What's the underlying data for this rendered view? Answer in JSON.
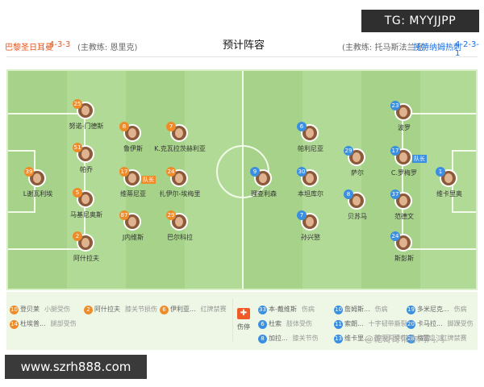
{
  "overlay": {
    "tg": "TG: MYYJJPP",
    "url": "www.szrh888.com",
    "weibo": "@乾哥哥带你鸿鸿鸿"
  },
  "header": {
    "home_name": "巴黎圣日耳曼",
    "home_form": "4-3-3",
    "home_coach": "(主教练: 恩里克)",
    "title": "预计阵容",
    "away_coach": "(主教练: 托马斯法兰克)",
    "away_name": "托特纳姆热刺",
    "away_form": "4-2-3-1"
  },
  "home_players": [
    {
      "num": "39",
      "name": "L谢瓦利埃"
    },
    {
      "num": "25",
      "name": "努诺-门德斯"
    },
    {
      "num": "51",
      "name": "帕乔"
    },
    {
      "num": "5",
      "name": "马基尼奥斯"
    },
    {
      "num": "2",
      "name": "阿什拉夫"
    },
    {
      "num": "8",
      "name": "鲁伊斯"
    },
    {
      "num": "17",
      "name": "维蒂尼亚",
      "cap": "队长"
    },
    {
      "num": "87",
      "name": "J内维斯"
    },
    {
      "num": "7",
      "name": "K.克瓦拉茨赫利亚"
    },
    {
      "num": "24",
      "name": "扎伊尔-埃梅里"
    },
    {
      "num": "29",
      "name": "巴尔科拉"
    }
  ],
  "away_players": [
    {
      "num": "1",
      "name": "维卡里奥"
    },
    {
      "num": "23",
      "name": "波罗"
    },
    {
      "num": "17",
      "name": "C.罗梅罗",
      "cap": "队长"
    },
    {
      "num": "37",
      "name": "范德文"
    },
    {
      "num": "24",
      "name": "斯彭斯"
    },
    {
      "num": "29",
      "name": "萨尔"
    },
    {
      "num": "8",
      "name": "贝苏马"
    },
    {
      "num": "6",
      "name": "帕利尼亚"
    },
    {
      "num": "9",
      "name": "理查利森"
    },
    {
      "num": "30",
      "name": "本坦库尔"
    },
    {
      "num": "7",
      "name": "孙兴慜"
    }
  ],
  "home_bench": [
    {
      "num": "10",
      "name": "登贝莱",
      "status": "小腿受伤"
    },
    {
      "num": "2",
      "name": "阿什拉夫",
      "status": "膝关节损伤"
    },
    {
      "num": "6",
      "name": "伊利亚...",
      "status": "红牌禁赛"
    },
    {
      "num": "14",
      "name": "杜埃普...",
      "status": "腿部受伤"
    }
  ],
  "injury_label": "伤停",
  "away_bench": [
    {
      "num": "33",
      "name": "本-戴维斯",
      "status": "伤病"
    },
    {
      "num": "10",
      "name": "詹姆斯...",
      "status": "伤病"
    },
    {
      "num": "19",
      "name": "多米尼克...",
      "status": "伤病"
    },
    {
      "num": "6",
      "name": "杜索",
      "status": "肢体受伤"
    },
    {
      "num": "11",
      "name": "索朗...",
      "status": "十字韧带撕裂"
    },
    {
      "num": "20",
      "name": "卡马拉...",
      "status": "脚踝受伤"
    },
    {
      "num": "8",
      "name": "加拉...",
      "status": "膝关节伤"
    },
    {
      "num": "13",
      "name": "维卡里...",
      "status": "腹股沟受伤"
    },
    {
      "num": "28",
      "name": "格雷...",
      "status": "红牌禁赛"
    }
  ]
}
